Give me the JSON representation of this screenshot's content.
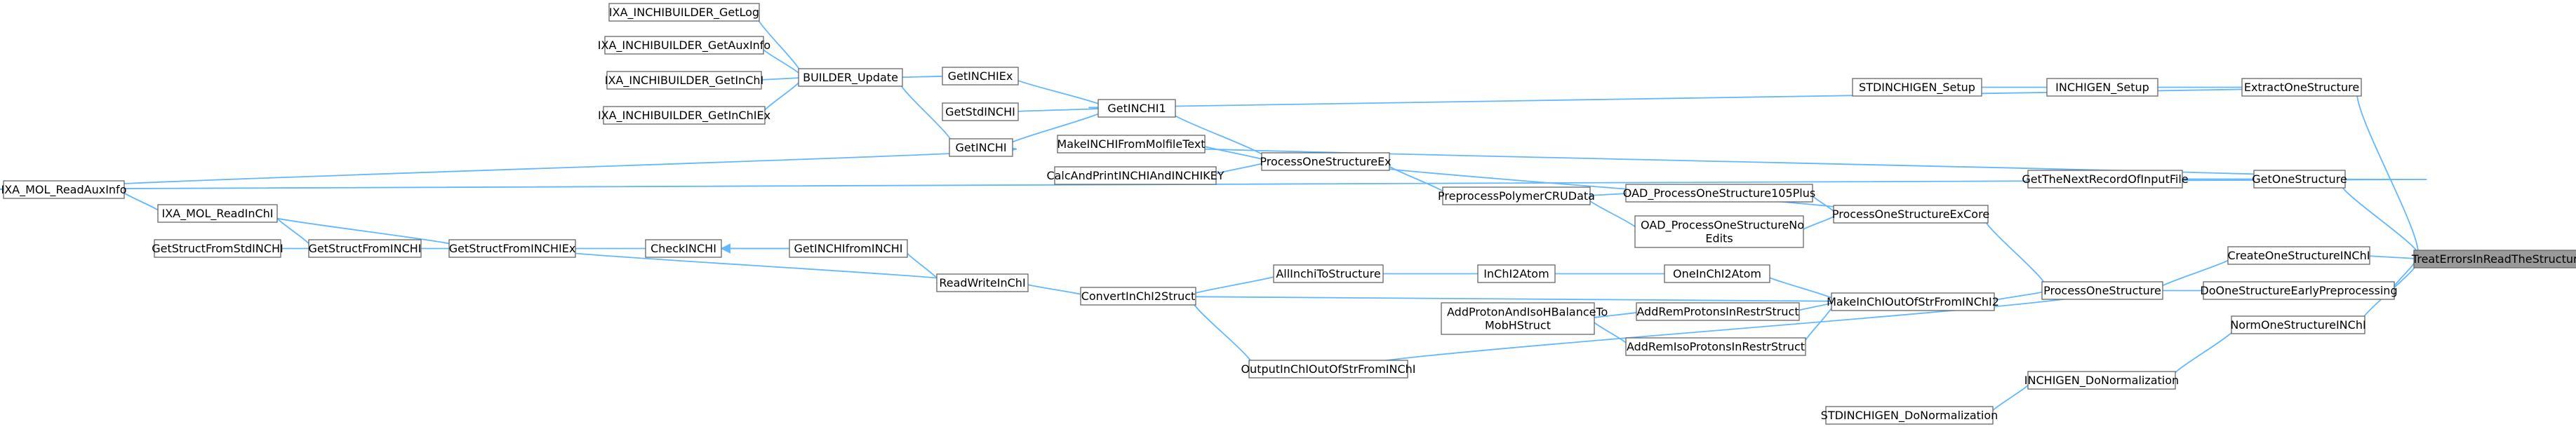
{
  "root": "TreatErrorsInReadTheStructure",
  "nodes": [
    {
      "id": "root",
      "lines": [
        "TreatErrorsInReadTheStructure"
      ]
    },
    {
      "id": "ExtractOneStructure",
      "lines": [
        "ExtractOneStructure"
      ]
    },
    {
      "id": "GetOneStructure",
      "lines": [
        "GetOneStructure"
      ]
    },
    {
      "id": "CreateOneStructureINChI",
      "lines": [
        "CreateOneStructureINChI"
      ]
    },
    {
      "id": "DoOneStructureEarlyPreprocessing",
      "lines": [
        "DoOneStructureEarlyPreprocessing"
      ]
    },
    {
      "id": "NormOneStructureINChI",
      "lines": [
        "NormOneStructureINChI"
      ]
    },
    {
      "id": "INCHIGEN_Setup",
      "lines": [
        "INCHIGEN_Setup"
      ]
    },
    {
      "id": "STDINCHIGEN_Setup",
      "lines": [
        "STDINCHIGEN_Setup"
      ]
    },
    {
      "id": "GetTheNextRecordOfInputFile",
      "lines": [
        "GetTheNextRecordOfInputFile"
      ]
    },
    {
      "id": "ProcessOneStructure",
      "lines": [
        "ProcessOneStructure"
      ]
    },
    {
      "id": "INCHIGEN_DoNormalization",
      "lines": [
        "INCHIGEN_DoNormalization"
      ]
    },
    {
      "id": "STDINCHIGEN_DoNormalization",
      "lines": [
        "STDINCHIGEN_DoNormalization"
      ]
    },
    {
      "id": "ProcessOneStructureExCore",
      "lines": [
        "ProcessOneStructureExCore"
      ]
    },
    {
      "id": "MakeInChIOutOfStrFromINChI2",
      "lines": [
        "MakeInChIOutOfStrFromINChI2"
      ]
    },
    {
      "id": "OAD_ProcessOneStructure105Plus",
      "lines": [
        "OAD_ProcessOneStructure105Plus"
      ]
    },
    {
      "id": "OAD_ProcessOneStructureNoEdits",
      "lines": [
        "OAD_ProcessOneStructureNo",
        "Edits"
      ]
    },
    {
      "id": "OneInChI2Atom",
      "lines": [
        "OneInChI2Atom"
      ]
    },
    {
      "id": "AddRemProtonsInRestrStruct",
      "lines": [
        "AddRemProtonsInRestrStruct"
      ]
    },
    {
      "id": "AddRemIsoProtonsInRestrStruct",
      "lines": [
        "AddRemIsoProtonsInRestrStruct"
      ]
    },
    {
      "id": "PreprocessPolymerCRUData",
      "lines": [
        "PreprocessPolymerCRUData"
      ]
    },
    {
      "id": "InChI2Atom",
      "lines": [
        "InChI2Atom"
      ]
    },
    {
      "id": "AddProtonAndIsoHBalanceToMobHStruct",
      "lines": [
        "AddProtonAndIsoHBalanceTo",
        "MobHStruct"
      ]
    },
    {
      "id": "ProcessOneStructureEx",
      "lines": [
        "ProcessOneStructureEx"
      ]
    },
    {
      "id": "AllInchiToStructure",
      "lines": [
        "AllInchiToStructure"
      ]
    },
    {
      "id": "OutputInChIOutOfStrFromINChI",
      "lines": [
        "OutputInChIOutOfStrFromINChI"
      ]
    },
    {
      "id": "GetINCHI1",
      "lines": [
        "GetINCHI1"
      ]
    },
    {
      "id": "MakeINCHIFromMolfileText",
      "lines": [
        "MakeINCHIFromMolfileText"
      ]
    },
    {
      "id": "CalcAndPrintINCHIAndINCHIKEY",
      "lines": [
        "CalcAndPrintINCHIAndINCHIKEY"
      ]
    },
    {
      "id": "ConvertInChI2Struct",
      "lines": [
        "ConvertInChI2Struct"
      ]
    },
    {
      "id": "GetINCHIEx",
      "lines": [
        "GetINCHIEx"
      ]
    },
    {
      "id": "GetStdINCHI",
      "lines": [
        "GetStdINCHI"
      ]
    },
    {
      "id": "GetINCHI",
      "lines": [
        "GetINCHI"
      ]
    },
    {
      "id": "GetINCHIfromINCHI",
      "lines": [
        "GetINCHIfromINCHI"
      ]
    },
    {
      "id": "ReadWriteInChI",
      "lines": [
        "ReadWriteInChI"
      ]
    },
    {
      "id": "BUILDER_Update",
      "lines": [
        "BUILDER_Update"
      ]
    },
    {
      "id": "CheckINCHI",
      "lines": [
        "CheckINCHI"
      ]
    },
    {
      "id": "IXA_INCHIBUILDER_GetLog",
      "lines": [
        "IXA_INCHIBUILDER_GetLog"
      ]
    },
    {
      "id": "IXA_INCHIBUILDER_GetAuxInfo",
      "lines": [
        "IXA_INCHIBUILDER_GetAuxInfo"
      ]
    },
    {
      "id": "IXA_INCHIBUILDER_GetInChI",
      "lines": [
        "IXA_INCHIBUILDER_GetInChI"
      ]
    },
    {
      "id": "IXA_INCHIBUILDER_GetInChIEx",
      "lines": [
        "IXA_INCHIBUILDER_GetInChIEx"
      ]
    },
    {
      "id": "GetStructFromINCHIEx",
      "lines": [
        "GetStructFromINCHIEx"
      ]
    },
    {
      "id": "GetStructFromINCHI",
      "lines": [
        "GetStructFromINCHI"
      ]
    },
    {
      "id": "GetStructFromStdINCHI",
      "lines": [
        "GetStructFromStdINCHI"
      ]
    },
    {
      "id": "IXA_MOL_ReadInChI",
      "lines": [
        "IXA_MOL_ReadInChI"
      ]
    },
    {
      "id": "IXA_MOL_ReadAuxInfo",
      "lines": [
        "IXA_MOL_ReadAuxInfo"
      ]
    }
  ],
  "edges": [
    [
      "ExtractOneStructure",
      "root"
    ],
    [
      "GetOneStructure",
      "root"
    ],
    [
      "CreateOneStructureINChI",
      "root"
    ],
    [
      "DoOneStructureEarlyPreprocessing",
      "root"
    ],
    [
      "NormOneStructureINChI",
      "root"
    ],
    [
      "INCHIGEN_Setup",
      "ExtractOneStructure"
    ],
    [
      "GetINCHI1",
      "ExtractOneStructure"
    ],
    [
      "STDINCHIGEN_Setup",
      "INCHIGEN_Setup"
    ],
    [
      "GetTheNextRecordOfInputFile",
      "GetOneStructure"
    ],
    [
      "MakeINCHIFromMolfileText",
      "GetOneStructure"
    ],
    [
      "IXA_MOL_ReadAuxInfo",
      "GetOneStructure"
    ],
    [
      "ProcessOneStructure",
      "CreateOneStructureINChI"
    ],
    [
      "ProcessOneStructure",
      "DoOneStructureEarlyPreprocessing"
    ],
    [
      "INCHIGEN_DoNormalization",
      "NormOneStructureINChI"
    ],
    [
      "STDINCHIGEN_DoNormalization",
      "INCHIGEN_DoNormalization"
    ],
    [
      "ProcessOneStructureExCore",
      "ProcessOneStructure"
    ],
    [
      "MakeInChIOutOfStrFromINChI2",
      "ProcessOneStructure"
    ],
    [
      "OutputInChIOutOfStrFromINChI",
      "ProcessOneStructure"
    ],
    [
      "ProcessOneStructureEx",
      "ProcessOneStructureExCore"
    ],
    [
      "OAD_ProcessOneStructure105Plus",
      "ProcessOneStructureExCore"
    ],
    [
      "OAD_ProcessOneStructureNoEdits",
      "ProcessOneStructureExCore"
    ],
    [
      "OneInChI2Atom",
      "MakeInChIOutOfStrFromINChI2"
    ],
    [
      "AddRemProtonsInRestrStruct",
      "MakeInChIOutOfStrFromINChI2"
    ],
    [
      "AddRemIsoProtonsInRestrStruct",
      "MakeInChIOutOfStrFromINChI2"
    ],
    [
      "ConvertInChI2Struct",
      "MakeInChIOutOfStrFromINChI2"
    ],
    [
      "PreprocessPolymerCRUData",
      "OAD_ProcessOneStructure105Plus"
    ],
    [
      "PreprocessPolymerCRUData",
      "OAD_ProcessOneStructureNoEdits"
    ],
    [
      "ProcessOneStructureEx",
      "PreprocessPolymerCRUData"
    ],
    [
      "InChI2Atom",
      "OneInChI2Atom"
    ],
    [
      "AddProtonAndIsoHBalanceToMobHStruct",
      "AddRemProtonsInRestrStruct"
    ],
    [
      "AddProtonAndIsoHBalanceToMobHStruct",
      "AddRemIsoProtonsInRestrStruct"
    ],
    [
      "AllInchiToStructure",
      "InChI2Atom"
    ],
    [
      "ConvertInChI2Struct",
      "AllInchiToStructure"
    ],
    [
      "ConvertInChI2Struct",
      "OutputInChIOutOfStrFromINChI"
    ],
    [
      "GetINCHI1",
      "ProcessOneStructureEx"
    ],
    [
      "MakeINCHIFromMolfileText",
      "ProcessOneStructureEx"
    ],
    [
      "CalcAndPrintINCHIAndINCHIKEY",
      "ProcessOneStructureEx"
    ],
    [
      "GetINCHIEx",
      "GetINCHI1"
    ],
    [
      "GetStdINCHI",
      "GetINCHI1"
    ],
    [
      "GetINCHI",
      "GetINCHI1"
    ],
    [
      "BUILDER_Update",
      "GetINCHIEx"
    ],
    [
      "BUILDER_Update",
      "GetINCHI"
    ],
    [
      "IXA_INCHIBUILDER_GetLog",
      "BUILDER_Update"
    ],
    [
      "IXA_INCHIBUILDER_GetAuxInfo",
      "BUILDER_Update"
    ],
    [
      "IXA_INCHIBUILDER_GetInChI",
      "BUILDER_Update"
    ],
    [
      "IXA_INCHIBUILDER_GetInChIEx",
      "BUILDER_Update"
    ],
    [
      "IXA_MOL_ReadAuxInfo",
      "GetINCHI"
    ],
    [
      "ReadWriteInChI",
      "ConvertInChI2Struct"
    ],
    [
      "GetINCHIfromINCHI",
      "ReadWriteInChI"
    ],
    [
      "GetStructFromINCHIEx",
      "ReadWriteInChI"
    ],
    [
      "CheckINCHI",
      "GetINCHIfromINCHI"
    ],
    [
      "GetINCHIfromINCHI",
      "CheckINCHI"
    ],
    [
      "GetStructFromINCHIEx",
      "CheckINCHI"
    ],
    [
      "GetStructFromINCHI",
      "GetStructFromINCHIEx"
    ],
    [
      "IXA_MOL_ReadInChI",
      "GetStructFromINCHIEx"
    ],
    [
      "GetStructFromStdINCHI",
      "GetStructFromINCHI"
    ],
    [
      "IXA_MOL_ReadInChI",
      "GetStructFromINCHI"
    ],
    [
      "IXA_MOL_ReadAuxInfo",
      "IXA_MOL_ReadInChI"
    ]
  ]
}
